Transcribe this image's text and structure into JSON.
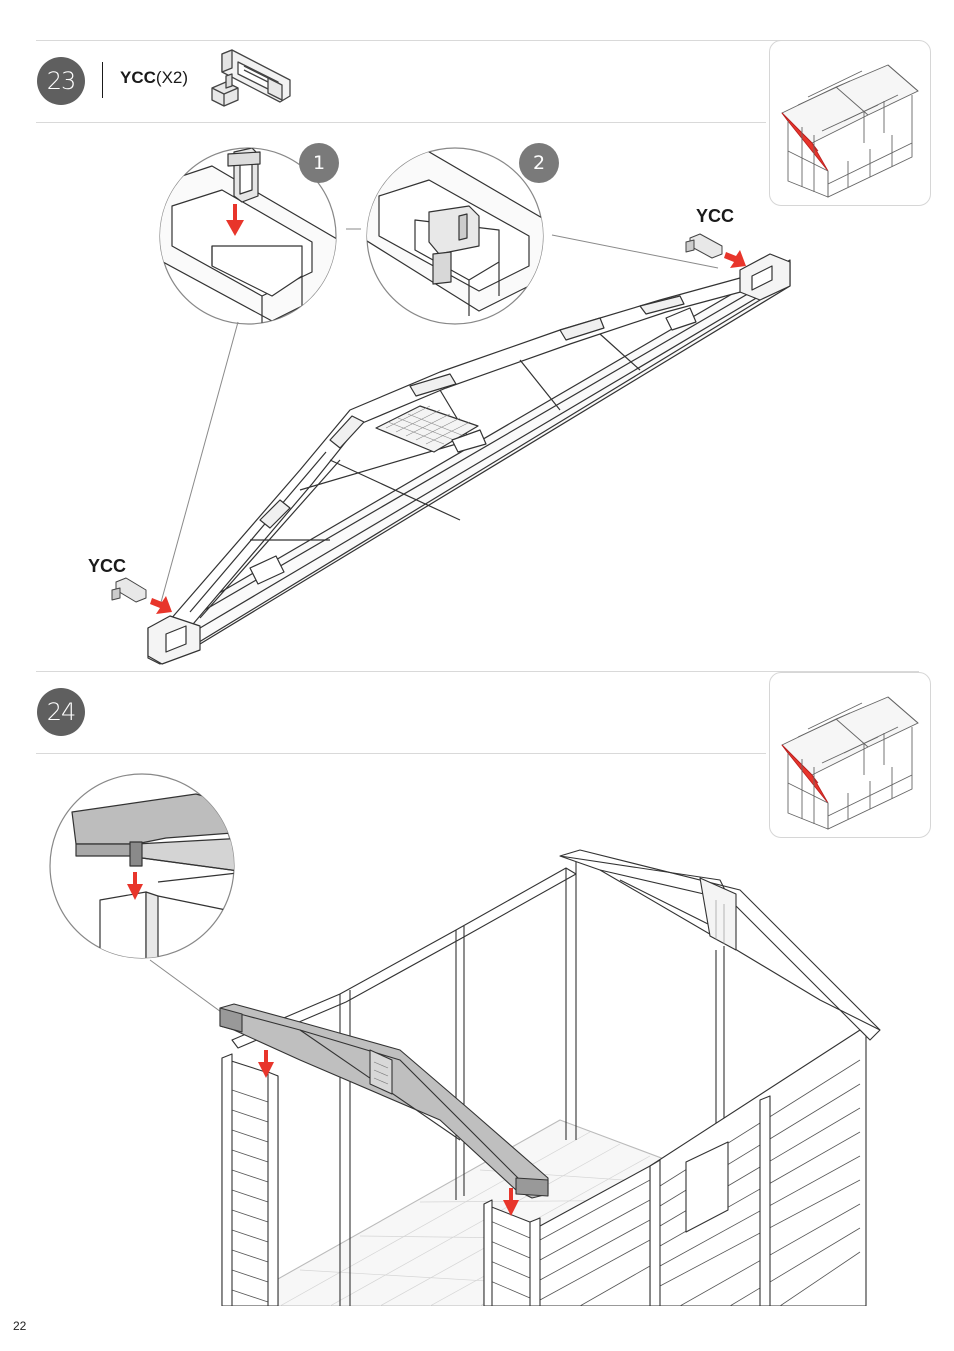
{
  "page": {
    "number": "22"
  },
  "steps": [
    {
      "number": "23",
      "part_code": "YCC",
      "part_qty": "(X2)",
      "detail_1": "1",
      "detail_2": "2",
      "callout_right": "YCC",
      "callout_left": "YCC"
    },
    {
      "number": "24"
    }
  ],
  "colors": {
    "accent": "#e8352b",
    "badge": "#5f5f5f",
    "line": "#555555"
  },
  "icons": [
    "ycc-connector-icon",
    "shed-thumbnail-icon",
    "arrow-icon"
  ]
}
